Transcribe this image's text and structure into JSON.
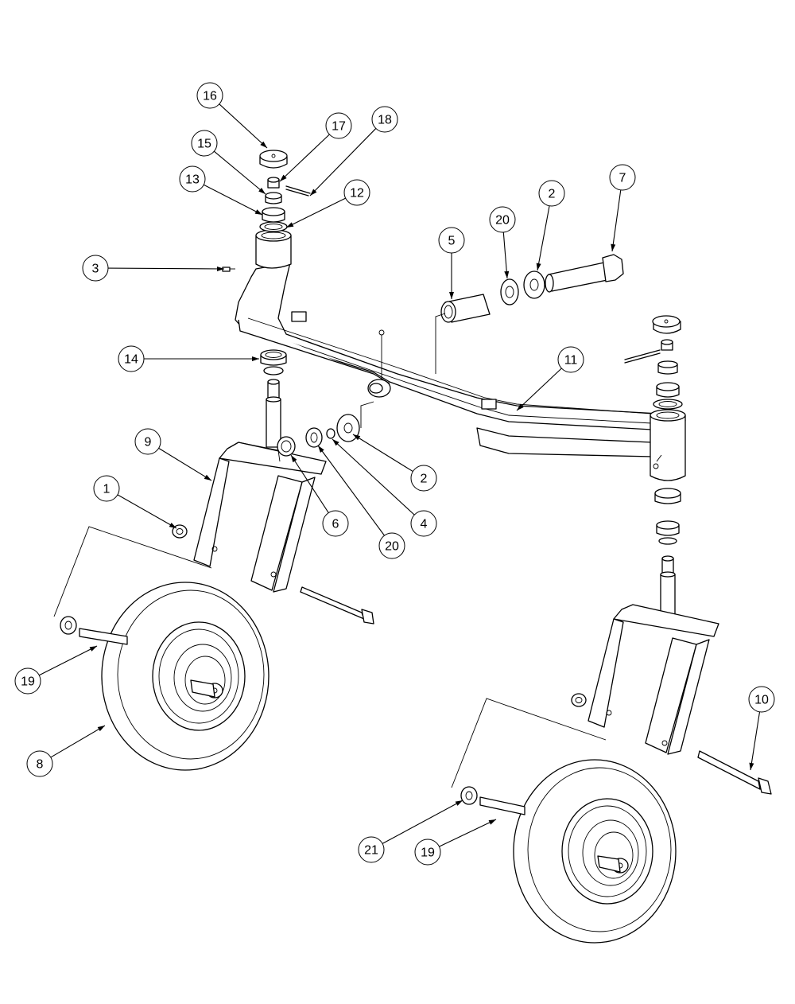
{
  "diagram": {
    "type": "exploded-parts-view",
    "callouts": [
      {
        "id": "c16",
        "label": "16"
      },
      {
        "id": "c17",
        "label": "17"
      },
      {
        "id": "c18",
        "label": "18"
      },
      {
        "id": "c15",
        "label": "15"
      },
      {
        "id": "c13",
        "label": "13"
      },
      {
        "id": "c12",
        "label": "12"
      },
      {
        "id": "c3",
        "label": "3"
      },
      {
        "id": "c14",
        "label": "14"
      },
      {
        "id": "c9",
        "label": "9"
      },
      {
        "id": "c1",
        "label": "1"
      },
      {
        "id": "c19a",
        "label": "19"
      },
      {
        "id": "c8",
        "label": "8"
      },
      {
        "id": "c5",
        "label": "5"
      },
      {
        "id": "c20a",
        "label": "20"
      },
      {
        "id": "c2a",
        "label": "2"
      },
      {
        "id": "c7",
        "label": "7"
      },
      {
        "id": "c11",
        "label": "11"
      },
      {
        "id": "c2b",
        "label": "2"
      },
      {
        "id": "c4",
        "label": "4"
      },
      {
        "id": "c6",
        "label": "6"
      },
      {
        "id": "c20b",
        "label": "20"
      },
      {
        "id": "c10",
        "label": "10"
      },
      {
        "id": "c21",
        "label": "21"
      },
      {
        "id": "c19b",
        "label": "19"
      }
    ]
  }
}
